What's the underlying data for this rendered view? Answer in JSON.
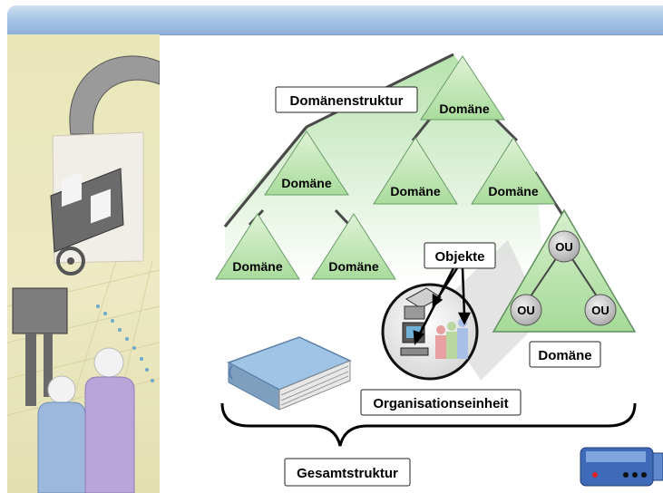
{
  "colors": {
    "title_bar": "#a9c5e6",
    "tree_fill": "#c8e8c0",
    "triangle_fill": "#b8e0b0",
    "ou_fill": "#c8c8c8",
    "panel_bg": "#ece9c4"
  },
  "icons": [
    "film-projector-illustration",
    "people-icon",
    "book-icon",
    "computer-printer-icon",
    "video-camera-icon"
  ],
  "labels": {
    "domain_tree": "Domänenstruktur",
    "domain_root": "Domäne",
    "domain_left": "Domäne",
    "domain_mid": "Domäne",
    "domain_right": "Domäne",
    "domain_ll": "Domäne",
    "domain_lr": "Domäne",
    "ou_top": "OU",
    "ou_left": "OU",
    "ou_right": "OU",
    "ou_domain": "Domäne",
    "objects": "Objekte",
    "ou_caption": "Organisationseinheit",
    "forest": "Gesamtstruktur"
  }
}
